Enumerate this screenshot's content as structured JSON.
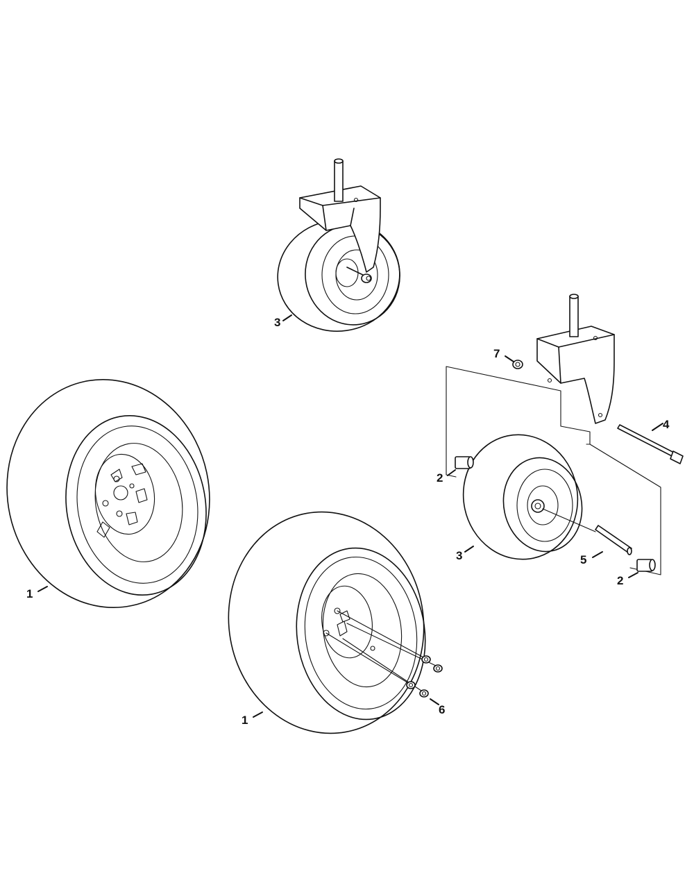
{
  "callouts": {
    "c1a": "1",
    "c1b": "1",
    "c2a": "2",
    "c2b": "2",
    "c3a": "3",
    "c3b": "3",
    "c4": "4",
    "c5": "5",
    "c6": "6",
    "c7": "7"
  }
}
